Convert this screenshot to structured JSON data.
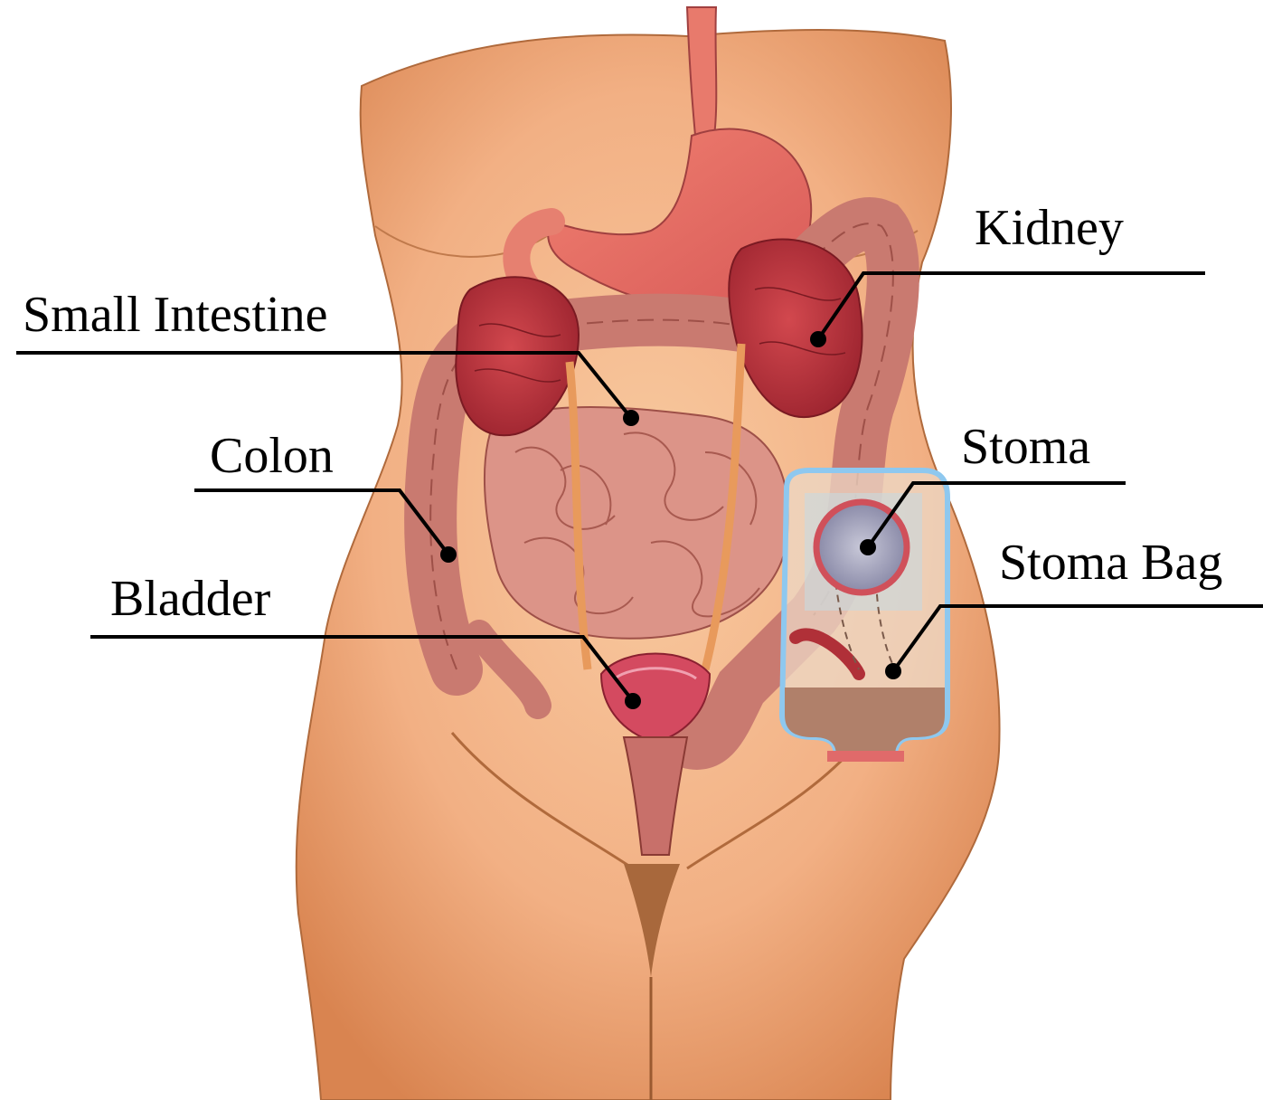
{
  "labels": {
    "kidney": "Kidney",
    "small_intestine": "Small Intestine",
    "colon": "Colon",
    "stoma": "Stoma",
    "stoma_bag": "Stoma Bag",
    "bladder": "Bladder"
  },
  "colors": {
    "skin_light": "#f6c39a",
    "skin_mid": "#eea574",
    "skin_dark": "#d98450",
    "organ_red": "#c8404a",
    "kidney_red": "#b83038",
    "intestine": "#d98a80",
    "colon": "#c97a70",
    "ureter": "#e89a5c",
    "bag_outline": "#8ec8ef",
    "bag_fill": "#e8d6c4",
    "bag_waste": "#b0806a"
  }
}
